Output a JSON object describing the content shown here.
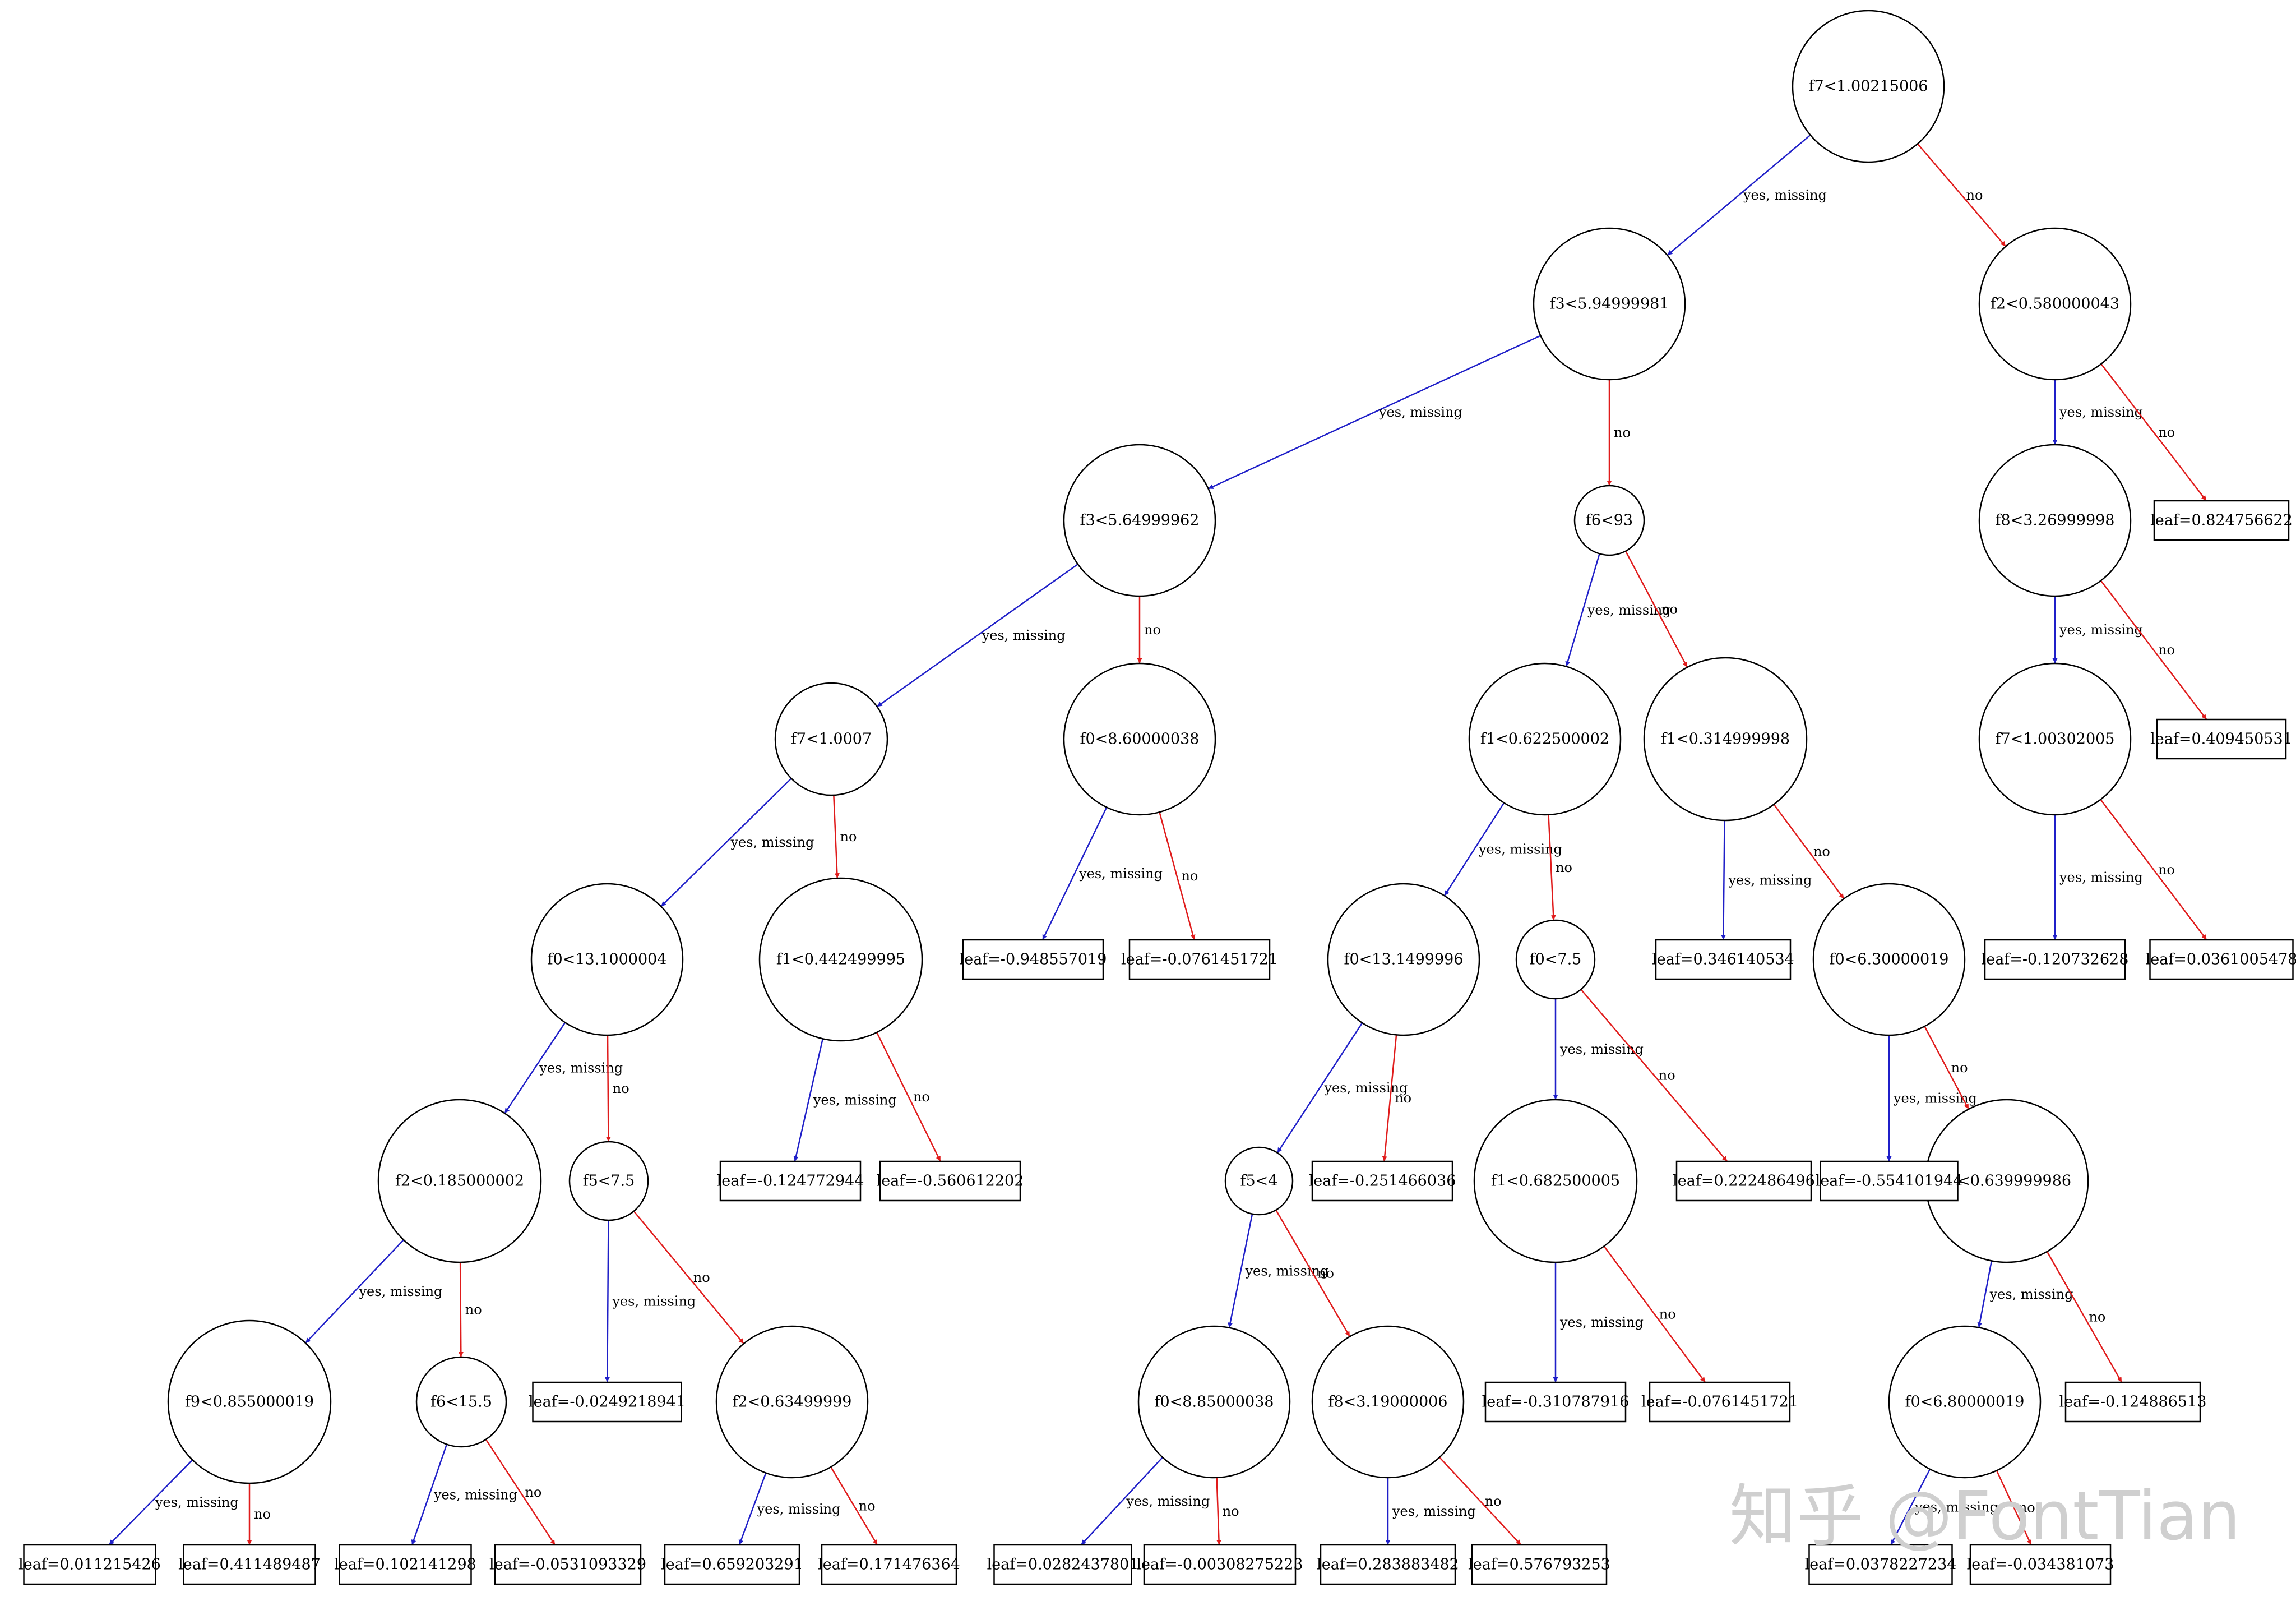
{
  "watermark": "知乎 @FontTian",
  "colors": {
    "yes": "#1f1fc8",
    "no": "#e01b1b",
    "stroke": "#000000"
  },
  "nodes": {
    "n0": {
      "label": "f7<1.00215006"
    },
    "n1": {
      "label": "f3<5.94999981"
    },
    "n2": {
      "label": "f2<0.580000043"
    },
    "n3": {
      "label": "f3<5.64999962"
    },
    "n4": {
      "label": "f6<93"
    },
    "n5": {
      "label": "f8<3.26999998"
    },
    "l0": {
      "label": "leaf=0.824756622"
    },
    "n6": {
      "label": "f7<1.0007"
    },
    "n7": {
      "label": "f0<8.60000038"
    },
    "n8": {
      "label": "f1<0.622500002"
    },
    "n9": {
      "label": "f1<0.314999998"
    },
    "n10": {
      "label": "f7<1.00302005"
    },
    "l1": {
      "label": "leaf=0.409450531"
    },
    "n11": {
      "label": "f0<13.1000004"
    },
    "n12": {
      "label": "f1<0.442499995"
    },
    "l2": {
      "label": "leaf=-0.948557019"
    },
    "l3": {
      "label": "leaf=-0.0761451721"
    },
    "n13": {
      "label": "f0<13.1499996"
    },
    "n14": {
      "label": "f0<7.5"
    },
    "l4": {
      "label": "leaf=0.346140534"
    },
    "n15": {
      "label": "f0<6.30000019"
    },
    "l5": {
      "label": "leaf=-0.120732628"
    },
    "l6": {
      "label": "leaf=0.0361005478"
    },
    "n16": {
      "label": "f2<0.185000002"
    },
    "n17": {
      "label": "f5<7.5"
    },
    "l7": {
      "label": "leaf=-0.124772944"
    },
    "l8": {
      "label": "leaf=-0.560612202"
    },
    "n18": {
      "label": "f5<4"
    },
    "l9": {
      "label": "leaf=-0.251466036"
    },
    "n19": {
      "label": "f1<0.682500005"
    },
    "l10": {
      "label": "leaf=0.222486496"
    },
    "l11": {
      "label": "leaf=-0.554101944"
    },
    "n20": {
      "label": "f1<0.639999986"
    },
    "n21": {
      "label": "f9<0.855000019"
    },
    "n22": {
      "label": "f6<15.5"
    },
    "l12": {
      "label": "leaf=-0.0249218941"
    },
    "n23": {
      "label": "f2<0.63499999"
    },
    "n24": {
      "label": "f0<8.85000038"
    },
    "n25": {
      "label": "f8<3.19000006"
    },
    "l13": {
      "label": "leaf=-0.310787916"
    },
    "l14": {
      "label": "leaf=-0.0761451721"
    },
    "n26": {
      "label": "f0<6.80000019"
    },
    "l15": {
      "label": "leaf=-0.124886513"
    },
    "l16": {
      "label": "leaf=0.011215426"
    },
    "l17": {
      "label": "leaf=0.411489487"
    },
    "l18": {
      "label": "leaf=0.102141298"
    },
    "l19": {
      "label": "leaf=-0.0531093329"
    },
    "l20": {
      "label": "leaf=0.659203291"
    },
    "l21": {
      "label": "leaf=0.171476364"
    },
    "l22": {
      "label": "leaf=0.0282437801"
    },
    "l23": {
      "label": "leaf=-0.00308275223"
    },
    "l24": {
      "label": "leaf=0.283883482"
    },
    "l25": {
      "label": "leaf=0.576793253"
    },
    "l26": {
      "label": "leaf=0.0378227234"
    },
    "l27": {
      "label": "leaf=-0.034381073"
    }
  },
  "edges": [
    {
      "from": "n0",
      "to": "n1",
      "kind": "yes",
      "label": "yes, missing"
    },
    {
      "from": "n0",
      "to": "n2",
      "kind": "no",
      "label": "no"
    },
    {
      "from": "n1",
      "to": "n3",
      "kind": "yes",
      "label": "yes, missing"
    },
    {
      "from": "n1",
      "to": "n4",
      "kind": "no",
      "label": "no"
    },
    {
      "from": "n2",
      "to": "n5",
      "kind": "yes",
      "label": "yes, missing"
    },
    {
      "from": "n2",
      "to": "l0",
      "kind": "no",
      "label": "no"
    },
    {
      "from": "n3",
      "to": "n6",
      "kind": "yes",
      "label": "yes, missing"
    },
    {
      "from": "n3",
      "to": "n7",
      "kind": "no",
      "label": "no"
    },
    {
      "from": "n4",
      "to": "n8",
      "kind": "yes",
      "label": "yes, missing"
    },
    {
      "from": "n4",
      "to": "n9",
      "kind": "no",
      "label": "no"
    },
    {
      "from": "n5",
      "to": "n10",
      "kind": "yes",
      "label": "yes, missing"
    },
    {
      "from": "n5",
      "to": "l1",
      "kind": "no",
      "label": "no"
    },
    {
      "from": "n6",
      "to": "n11",
      "kind": "yes",
      "label": "yes, missing"
    },
    {
      "from": "n6",
      "to": "n12",
      "kind": "no",
      "label": "no"
    },
    {
      "from": "n7",
      "to": "l2",
      "kind": "yes",
      "label": "yes, missing"
    },
    {
      "from": "n7",
      "to": "l3",
      "kind": "no",
      "label": "no"
    },
    {
      "from": "n8",
      "to": "n13",
      "kind": "yes",
      "label": "yes, missing"
    },
    {
      "from": "n8",
      "to": "n14",
      "kind": "no",
      "label": "no"
    },
    {
      "from": "n9",
      "to": "l4",
      "kind": "yes",
      "label": "yes, missing"
    },
    {
      "from": "n9",
      "to": "n15",
      "kind": "no",
      "label": "no"
    },
    {
      "from": "n10",
      "to": "l5",
      "kind": "yes",
      "label": "yes, missing"
    },
    {
      "from": "n10",
      "to": "l6",
      "kind": "no",
      "label": "no"
    },
    {
      "from": "n11",
      "to": "n16",
      "kind": "yes",
      "label": "yes, missing"
    },
    {
      "from": "n11",
      "to": "n17",
      "kind": "no",
      "label": "no"
    },
    {
      "from": "n12",
      "to": "l7",
      "kind": "yes",
      "label": "yes, missing"
    },
    {
      "from": "n12",
      "to": "l8",
      "kind": "no",
      "label": "no"
    },
    {
      "from": "n13",
      "to": "n18",
      "kind": "yes",
      "label": "yes, missing"
    },
    {
      "from": "n13",
      "to": "l9",
      "kind": "no",
      "label": "no"
    },
    {
      "from": "n14",
      "to": "n19",
      "kind": "yes",
      "label": "yes, missing"
    },
    {
      "from": "n14",
      "to": "l10",
      "kind": "no",
      "label": "no"
    },
    {
      "from": "n15",
      "to": "l11",
      "kind": "yes",
      "label": "yes, missing"
    },
    {
      "from": "n15",
      "to": "n20",
      "kind": "no",
      "label": "no"
    },
    {
      "from": "n16",
      "to": "n21",
      "kind": "yes",
      "label": "yes, missing"
    },
    {
      "from": "n16",
      "to": "n22",
      "kind": "no",
      "label": "no"
    },
    {
      "from": "n17",
      "to": "l12",
      "kind": "yes",
      "label": "yes, missing"
    },
    {
      "from": "n17",
      "to": "n23",
      "kind": "no",
      "label": "no"
    },
    {
      "from": "n18",
      "to": "n24",
      "kind": "yes",
      "label": "yes, missing"
    },
    {
      "from": "n18",
      "to": "n25",
      "kind": "no",
      "label": "no"
    },
    {
      "from": "n19",
      "to": "l13",
      "kind": "yes",
      "label": "yes, missing"
    },
    {
      "from": "n19",
      "to": "l14",
      "kind": "no",
      "label": "no"
    },
    {
      "from": "n20",
      "to": "n26",
      "kind": "yes",
      "label": "yes, missing"
    },
    {
      "from": "n20",
      "to": "l15",
      "kind": "no",
      "label": "no"
    },
    {
      "from": "n21",
      "to": "l16",
      "kind": "yes",
      "label": "yes, missing"
    },
    {
      "from": "n21",
      "to": "l17",
      "kind": "no",
      "label": "no"
    },
    {
      "from": "n22",
      "to": "l18",
      "kind": "yes",
      "label": "yes, missing"
    },
    {
      "from": "n22",
      "to": "l19",
      "kind": "no",
      "label": "no"
    },
    {
      "from": "n23",
      "to": "l20",
      "kind": "yes",
      "label": "yes, missing"
    },
    {
      "from": "n23",
      "to": "l21",
      "kind": "no",
      "label": "no"
    },
    {
      "from": "n24",
      "to": "l22",
      "kind": "yes",
      "label": "yes, missing"
    },
    {
      "from": "n24",
      "to": "l23",
      "kind": "no",
      "label": "no"
    },
    {
      "from": "n25",
      "to": "l24",
      "kind": "yes",
      "label": "yes, missing"
    },
    {
      "from": "n25",
      "to": "l25",
      "kind": "no",
      "label": "no"
    },
    {
      "from": "n26",
      "to": "l26",
      "kind": "yes",
      "label": "yes, missing"
    },
    {
      "from": "n26",
      "to": "l27",
      "kind": "no",
      "label": "no"
    }
  ]
}
